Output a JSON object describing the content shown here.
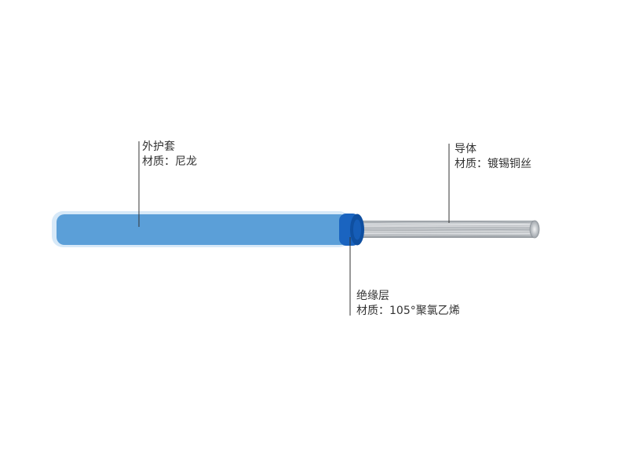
{
  "colors": {
    "jacket": "#5b9fd8",
    "jacket_glow": "#d7e9f8",
    "insulation": "#1a64c0",
    "insulation_dark": "#0f4fa0",
    "conductor": "#bfc3c7",
    "leader_line": "#333333",
    "text": "#333333"
  },
  "labels": {
    "jacket": {
      "name": "外护套",
      "material": "材质：尼龙"
    },
    "conductor": {
      "name": "导体",
      "material": "材质：镀锡铜丝"
    },
    "insulation": {
      "name": "绝缘层",
      "material": "材质：105°聚氯乙烯"
    }
  }
}
